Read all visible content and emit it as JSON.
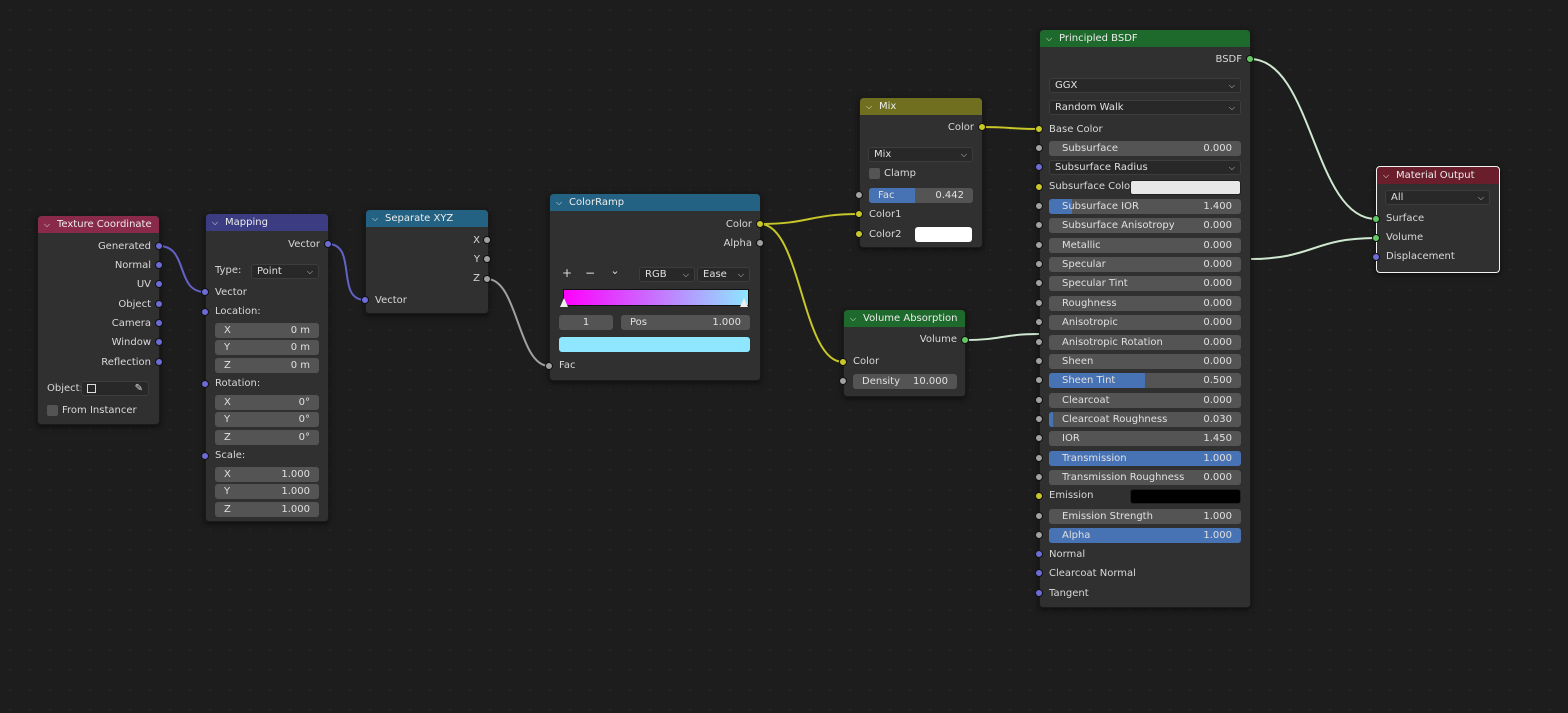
{
  "nodes": {
    "texcoord": {
      "title": "Texture Coordinate",
      "outputs": [
        "Generated",
        "Normal",
        "UV",
        "Object",
        "Camera",
        "Window",
        "Reflection"
      ],
      "object_label": "Object:",
      "from_instancer": "From Instancer",
      "header_color": "#8a2a4a"
    },
    "mapping": {
      "title": "Mapping",
      "output": "Vector",
      "type_label": "Type:",
      "type_value": "Point",
      "input_vector": "Vector",
      "location_label": "Location:",
      "location": [
        {
          "axis": "X",
          "value": "0 m"
        },
        {
          "axis": "Y",
          "value": "0 m"
        },
        {
          "axis": "Z",
          "value": "0 m"
        }
      ],
      "rotation_label": "Rotation:",
      "rotation": [
        {
          "axis": "X",
          "value": "0°"
        },
        {
          "axis": "Y",
          "value": "0°"
        },
        {
          "axis": "Z",
          "value": "0°"
        }
      ],
      "scale_label": "Scale:",
      "scale": [
        {
          "axis": "X",
          "value": "1.000"
        },
        {
          "axis": "Y",
          "value": "1.000"
        },
        {
          "axis": "Z",
          "value": "1.000"
        }
      ],
      "header_color": "#3c3c83"
    },
    "separate": {
      "title": "Separate XYZ",
      "outputs": [
        "X",
        "Y",
        "Z"
      ],
      "input": "Vector",
      "header_color": "#246283"
    },
    "colorramp": {
      "title": "ColorRamp",
      "outputs": [
        "Color",
        "Alpha"
      ],
      "btn_add": "+",
      "btn_remove": "−",
      "btn_more": "⌄",
      "mode": "RGB",
      "interp": "Ease",
      "index": "1",
      "pos_label": "Pos",
      "pos_value": "1.000",
      "input": "Fac",
      "header_color": "#246283",
      "gradient_start": "#ff00ff",
      "gradient_end": "#8ee6ff"
    },
    "mix": {
      "title": "Mix",
      "output": "Color",
      "blend": "Mix",
      "clamp": "Clamp",
      "fac_label": "Fac",
      "fac_value": "0.442",
      "fac_fraction": 0.442,
      "color1": "Color1",
      "color2": "Color2",
      "header_color": "#6f6f1f"
    },
    "volume": {
      "title": "Volume Absorption",
      "output": "Volume",
      "color_label": "Color",
      "density_label": "Density",
      "density_value": "10.000",
      "header_color": "#1e6a2c"
    },
    "bsdf": {
      "title": "Principled BSDF",
      "output": "BSDF",
      "distribution": "GGX",
      "subsurface_method": "Random Walk",
      "base_color": "Base Color",
      "rows": [
        {
          "label": "Subsurface",
          "value": "0.000",
          "fill": 0
        },
        {
          "label": "Subsurface Radius",
          "type": "dd"
        },
        {
          "label": "Subsurface Colo",
          "type": "color",
          "color": "#e8e8e8"
        },
        {
          "label": "Subsurface IOR",
          "value": "1.400",
          "fill": 0.12
        },
        {
          "label": "Subsurface Anisotropy",
          "value": "0.000",
          "fill": 0
        },
        {
          "label": "Metallic",
          "value": "0.000",
          "fill": 0
        },
        {
          "label": "Specular",
          "value": "0.000",
          "fill": 0
        },
        {
          "label": "Specular Tint",
          "value": "0.000",
          "fill": 0
        },
        {
          "label": "Roughness",
          "value": "0.000",
          "fill": 0
        },
        {
          "label": "Anisotropic",
          "value": "0.000",
          "fill": 0
        },
        {
          "label": "Anisotropic Rotation",
          "value": "0.000",
          "fill": 0
        },
        {
          "label": "Sheen",
          "value": "0.000",
          "fill": 0
        },
        {
          "label": "Sheen Tint",
          "value": "0.500",
          "fill": 0.5
        },
        {
          "label": "Clearcoat",
          "value": "0.000",
          "fill": 0
        },
        {
          "label": "Clearcoat Roughness",
          "value": "0.030",
          "fill": 0.03
        },
        {
          "label": "IOR",
          "value": "1.450",
          "fill": 0
        },
        {
          "label": "Transmission",
          "value": "1.000",
          "fill": 1
        },
        {
          "label": "Transmission Roughness",
          "value": "0.000",
          "fill": 0
        },
        {
          "label": "Emission",
          "type": "color",
          "color": "#000000"
        },
        {
          "label": "Emission Strength",
          "value": "1.000",
          "fill": 0
        },
        {
          "label": "Alpha",
          "value": "1.000",
          "fill": 1
        }
      ],
      "normal": "Normal",
      "clearcoat_normal": "Clearcoat Normal",
      "tangent": "Tangent",
      "header_color": "#1e6a2c"
    },
    "output": {
      "title": "Material Output",
      "target": "All",
      "inputs": [
        "Surface",
        "Volume",
        "Displacement"
      ],
      "header_color": "#6a1e2c"
    }
  },
  "colors": {
    "link_vector": "#6363c7",
    "link_gray": "#a0a0a0",
    "link_yellow": "#c7c729",
    "link_green": "#cfe8cf"
  }
}
